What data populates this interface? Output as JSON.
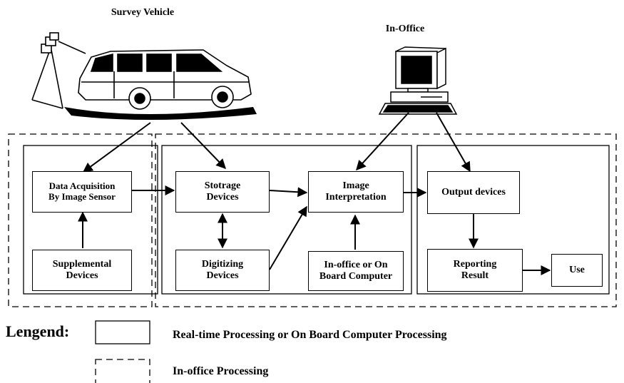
{
  "headings": {
    "survey_vehicle": "Survey Vehicle",
    "in_office": "In-Office"
  },
  "boxes": {
    "data_acquisition": [
      "Data Acquisition",
      "By Image Sensor"
    ],
    "supplemental": [
      "Supplemental",
      "Devices"
    ],
    "storage": [
      "Stotrage",
      "Devices"
    ],
    "digitizing": [
      "Digitizing",
      "Devices"
    ],
    "image_interpretation": [
      "Image",
      "Interpretation"
    ],
    "onboard_computer": [
      "In-office or On",
      "Board Computer"
    ],
    "output": [
      "Output devices"
    ],
    "reporting": [
      "Reporting",
      "Result"
    ],
    "use": [
      "Use"
    ]
  },
  "legend": {
    "title": "Lengend:",
    "solid_label": "Real-time Processing or On Board Computer Processing",
    "dashed_label": "In-office Processing"
  }
}
